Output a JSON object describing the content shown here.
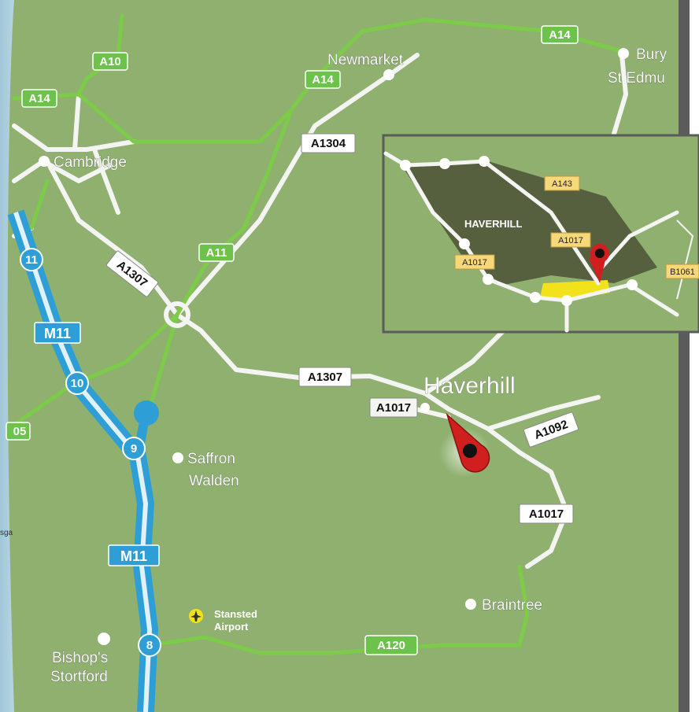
{
  "places": {
    "cambridge": "Cambridge",
    "newmarket": "Newmarket",
    "bury_1": "Bury",
    "bury_2": "St Edmu",
    "haverhill": "Haverhill",
    "saffron_1": "Saffron",
    "saffron_2": "Walden",
    "braintree": "Braintree",
    "bishops_1": "Bishop's",
    "bishops_2": "Stortford",
    "stansted_1": "Stansted",
    "stansted_2": "Airport"
  },
  "roads": {
    "a14_west": "A14",
    "a10": "A10",
    "a14_mid": "A14",
    "a14_east": "A14",
    "a1304": "A1304",
    "a1307_diag": "A1307",
    "a11": "A11",
    "a1307_east": "A1307",
    "a1017_town": "A1017",
    "a1092": "A1092",
    "a1017_south": "A1017",
    "a120": "A120",
    "a505_partial": "05",
    "m11_upper": "M11",
    "m11_lower": "M11"
  },
  "junctions": {
    "j11": "11",
    "j10": "10",
    "j9": "9",
    "j8": "8"
  },
  "inset": {
    "town": "HAVERHILL",
    "a143": "A143",
    "a1017_a": "A1017",
    "a1017_b": "A1017",
    "b1061": "B1061"
  },
  "edge_text": "sga",
  "colors": {
    "land": "#8fb06f",
    "green_road": "#7ccc4a",
    "white_road": "#f4f4f2",
    "motorway": "#2e9fd6",
    "marker": "#d01f1f",
    "inset_town_area": "#56603f",
    "highlight": "#f2e21c",
    "right_border": "#5b5b5b"
  }
}
